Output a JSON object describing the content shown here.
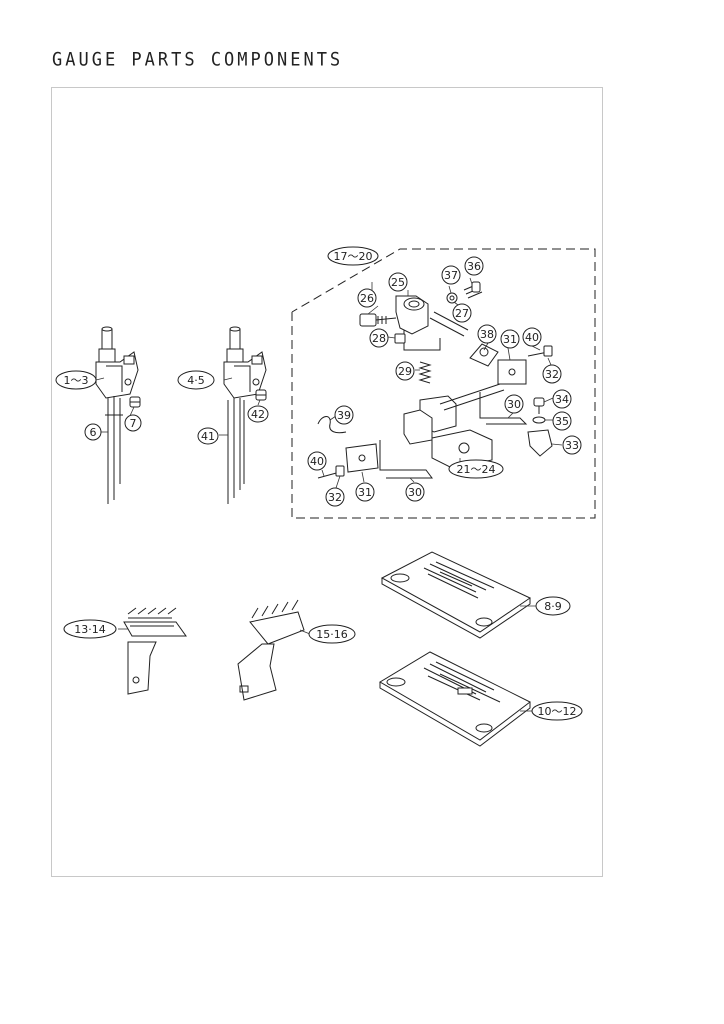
{
  "page": {
    "title": "GAUGE PARTS COMPONENTS"
  },
  "callouts": [
    {
      "label": "1〜3"
    },
    {
      "label": "6"
    },
    {
      "label": "7"
    },
    {
      "label": "4·5"
    },
    {
      "label": "41"
    },
    {
      "label": "42"
    },
    {
      "label": "17〜20"
    },
    {
      "label": "25"
    },
    {
      "label": "26"
    },
    {
      "label": "27"
    },
    {
      "label": "28"
    },
    {
      "label": "29"
    },
    {
      "label": "36"
    },
    {
      "label": "37"
    },
    {
      "label": "38"
    },
    {
      "label": "31"
    },
    {
      "label": "40"
    },
    {
      "label": "32"
    },
    {
      "label": "30"
    },
    {
      "label": "34"
    },
    {
      "label": "35"
    },
    {
      "label": "33"
    },
    {
      "label": "39"
    },
    {
      "label": "21〜24"
    },
    {
      "label": "40"
    },
    {
      "label": "32"
    },
    {
      "label": "31"
    },
    {
      "label": "30"
    },
    {
      "label": "8·9"
    },
    {
      "label": "10〜12"
    },
    {
      "label": "13·14"
    },
    {
      "label": "15·16"
    }
  ]
}
